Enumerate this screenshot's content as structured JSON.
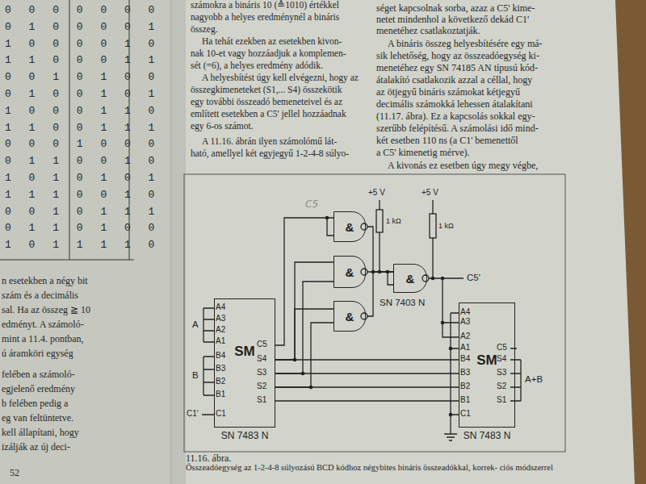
{
  "diagram": {
    "caption": "Összeadóegység az 1-2-4-8 súlyozású BCD kódhoz négybites bináris összeadókkal, korrek- ciós módszerrel",
    "nodes": [
      {
        "text": [
          "SM",
          "SN 7483 N"
        ]
      },
      {
        "text": [
          "&"
        ]
      },
      {
        "text": [
          "&"
        ]
      },
      {
        "text": [
          "&"
        ]
      },
      {
        "text": [
          "&"
        ]
      },
      {
        "text": [
          "SM",
          "SN 7483 N"
        ]
      }
    ],
    "edges": [
      {
        "from": 0,
        "to": 1,
        "arrow": "none"
      },
      {
        "from": 0,
        "to": 2,
        "arrow": "none"
      },
      {
        "from": 0,
        "to": 2,
        "arrow": "none"
      },
      {
        "from": 0,
        "to": 3,
        "arrow": "none"
      },
      {
        "from": 0,
        "to": 3,
        "arrow": "none"
      },
      {
        "from": 1,
        "to": 4,
        "arrow": "none"
      },
      {
        "from": 2,
        "to": 4,
        "arrow": "none"
      },
      {
        "from": 3,
        "to": 4,
        "arrow": "none"
      },
      {
        "from": 4,
        "to": 5,
        "arrow": "none"
      },
      {
        "from": 0,
        "to": 5,
        "arrow": "none"
      },
      {
        "from": 0,
        "to": 5,
        "arrow": "none"
      },
      {
        "from": 0,
        "to": 5,
        "arrow": "none"
      },
      {
        "from": 0,
        "to": 5,
        "arrow": "none"
      }
    ],
    "labels": [
      "0 0 0 0 0 0 0",
      "0 1 0 0 0 0 1",
      "1 0 0 0 0 1 0",
      "1 1 0 0 0 1 1",
      "0 0 1 0 1 0 0",
      "0 1 0 0 1 0 1",
      "1 0 0 0 1 1 0",
      "1 1 0 0 1 1 1",
      "0 0 0 1 0 0 0",
      "0 1 1 0 0 1 0",
      "1 0 1 0 1 0 1",
      "1 1 1 0 0 1 0",
      "0 0 1 0 1 1 1",
      "0 1 1 0 1 0 0",
      "1 0 1 1 1 1 0",
      "n esetekben a négy bit",
      "szám és a decimális",
      "sal. Ha az összeg ≧ 10",
      "edményt. A számoló-",
      "mint a 11.4. pontban,",
      "ú áramköri egység",
      "felében a számoló-",
      "egjelenő eredmény",
      "b felében pedig a",
      "eg van feltüntetve.",
      "kell állapítani, hogy",
      "izálják az új deci-",
      "52",
      "számokra a bináris 10 (≙1010) értékkel",
      "nagyobb a helyes eredménynél a bináris",
      "összeg.",
      "Ha tehát ezekben az esetekben kivon-",
      "nak 10-et vagy hozzáadjuk a komplemen-",
      "sét (=6), a helyes eredmény adódik.",
      "A helyesbítést úgy kell elvégezni, hogy az",
      "összegkimeneteket (S1,... S4) összekötik",
      "egy további összeadó bemeneteivel és az",
      "említett esetekben a C5' jellel hozzáadnak",
      "egy 6-os számot.",
      "A 11.16. ábrán ilyen számolómű lát-",
      "ható, amellyel két egyjegyű 1-2-4-8 súlyo-",
      "séget kapcsolnak sorba, azaz a C5' kime-",
      "netet mindenhol a következő dekád C1'",
      "menetéhez csatlakoztatják.",
      "A bináris összeg helyesbítésére egy má-",
      "sik lehetőség, hogy az összeadóegység ki-",
      "menetéhez egy SN 74185 AN típusú kód-",
      "átalakító csatlakozik azzal a céllal, hogy",
      "az ötjegyű bináris számokat kétjegyű",
      "decimális számokká lehessen átalakítani",
      "(11.17. ábra). Ez a kapcsolás sokkal egy-",
      "szerűbb felépítésű. A számolási idő mind-",
      "két esetben 110 ns (a C1' bemenettől",
      "a C5' kimenetig mérve).",
      "A kivonás ez esetben úgy megy végbe,",
      "+5 V",
      "1 kΩ",
      "+5 V",
      "1 kΩ",
      "C5'",
      "SN 7403 N",
      "C5",
      "A4",
      "A3",
      "A2",
      "A1",
      "B4",
      "B3",
      "B2",
      "B1",
      "C1",
      "C5",
      "S4",
      "S3",
      "S2",
      "S1",
      "A",
      "B",
      "C1'",
      "A4",
      "A3",
      "A2",
      "A1",
      "B4",
      "B3",
      "B2",
      "B1",
      "C1",
      "C5",
      "S4",
      "S3",
      "S2",
      "S1",
      "A+B",
      "11.16. ábra."
    ]
  }
}
